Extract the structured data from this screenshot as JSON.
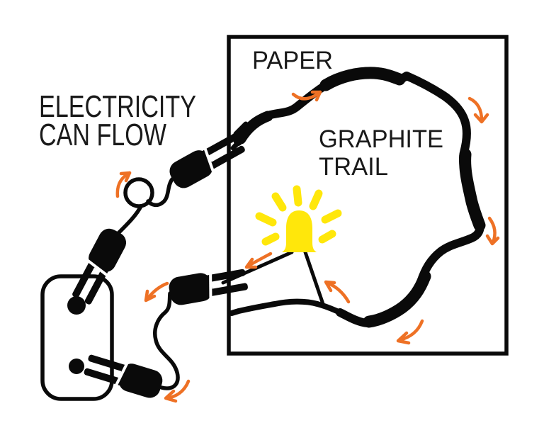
{
  "labels": {
    "electricity_line1": "ELECTRICITY",
    "electricity_line2": "CAN FLOW",
    "paper": "PAPER",
    "graphite_line1": "GRAPHITE",
    "graphite_line2": "TRAIL"
  },
  "colors": {
    "arrow_orange": "#EE7125",
    "led_yellow": "#FFE70B",
    "ink_black": "#0A0A0A",
    "text_dark": "#1A1A1A",
    "paper_white": "#FFFFFF"
  }
}
